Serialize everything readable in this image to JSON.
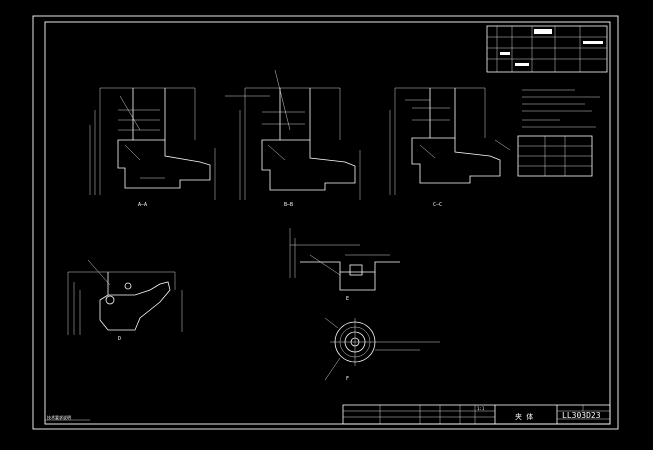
{
  "drawing": {
    "number": "LL303D23",
    "title_chars": "夹 体",
    "scale_note": "1:1",
    "bottom_left_note": "技术要求说明"
  },
  "views": [
    {
      "id": "A",
      "label": "A—A"
    },
    {
      "id": "B",
      "label": "B—B"
    },
    {
      "id": "C",
      "label": "C—C"
    },
    {
      "id": "D",
      "label": "D"
    },
    {
      "id": "E",
      "label": "E"
    },
    {
      "id": "F",
      "label": "F"
    }
  ],
  "colors": {
    "background": "#000000",
    "line": "#ffffff"
  }
}
